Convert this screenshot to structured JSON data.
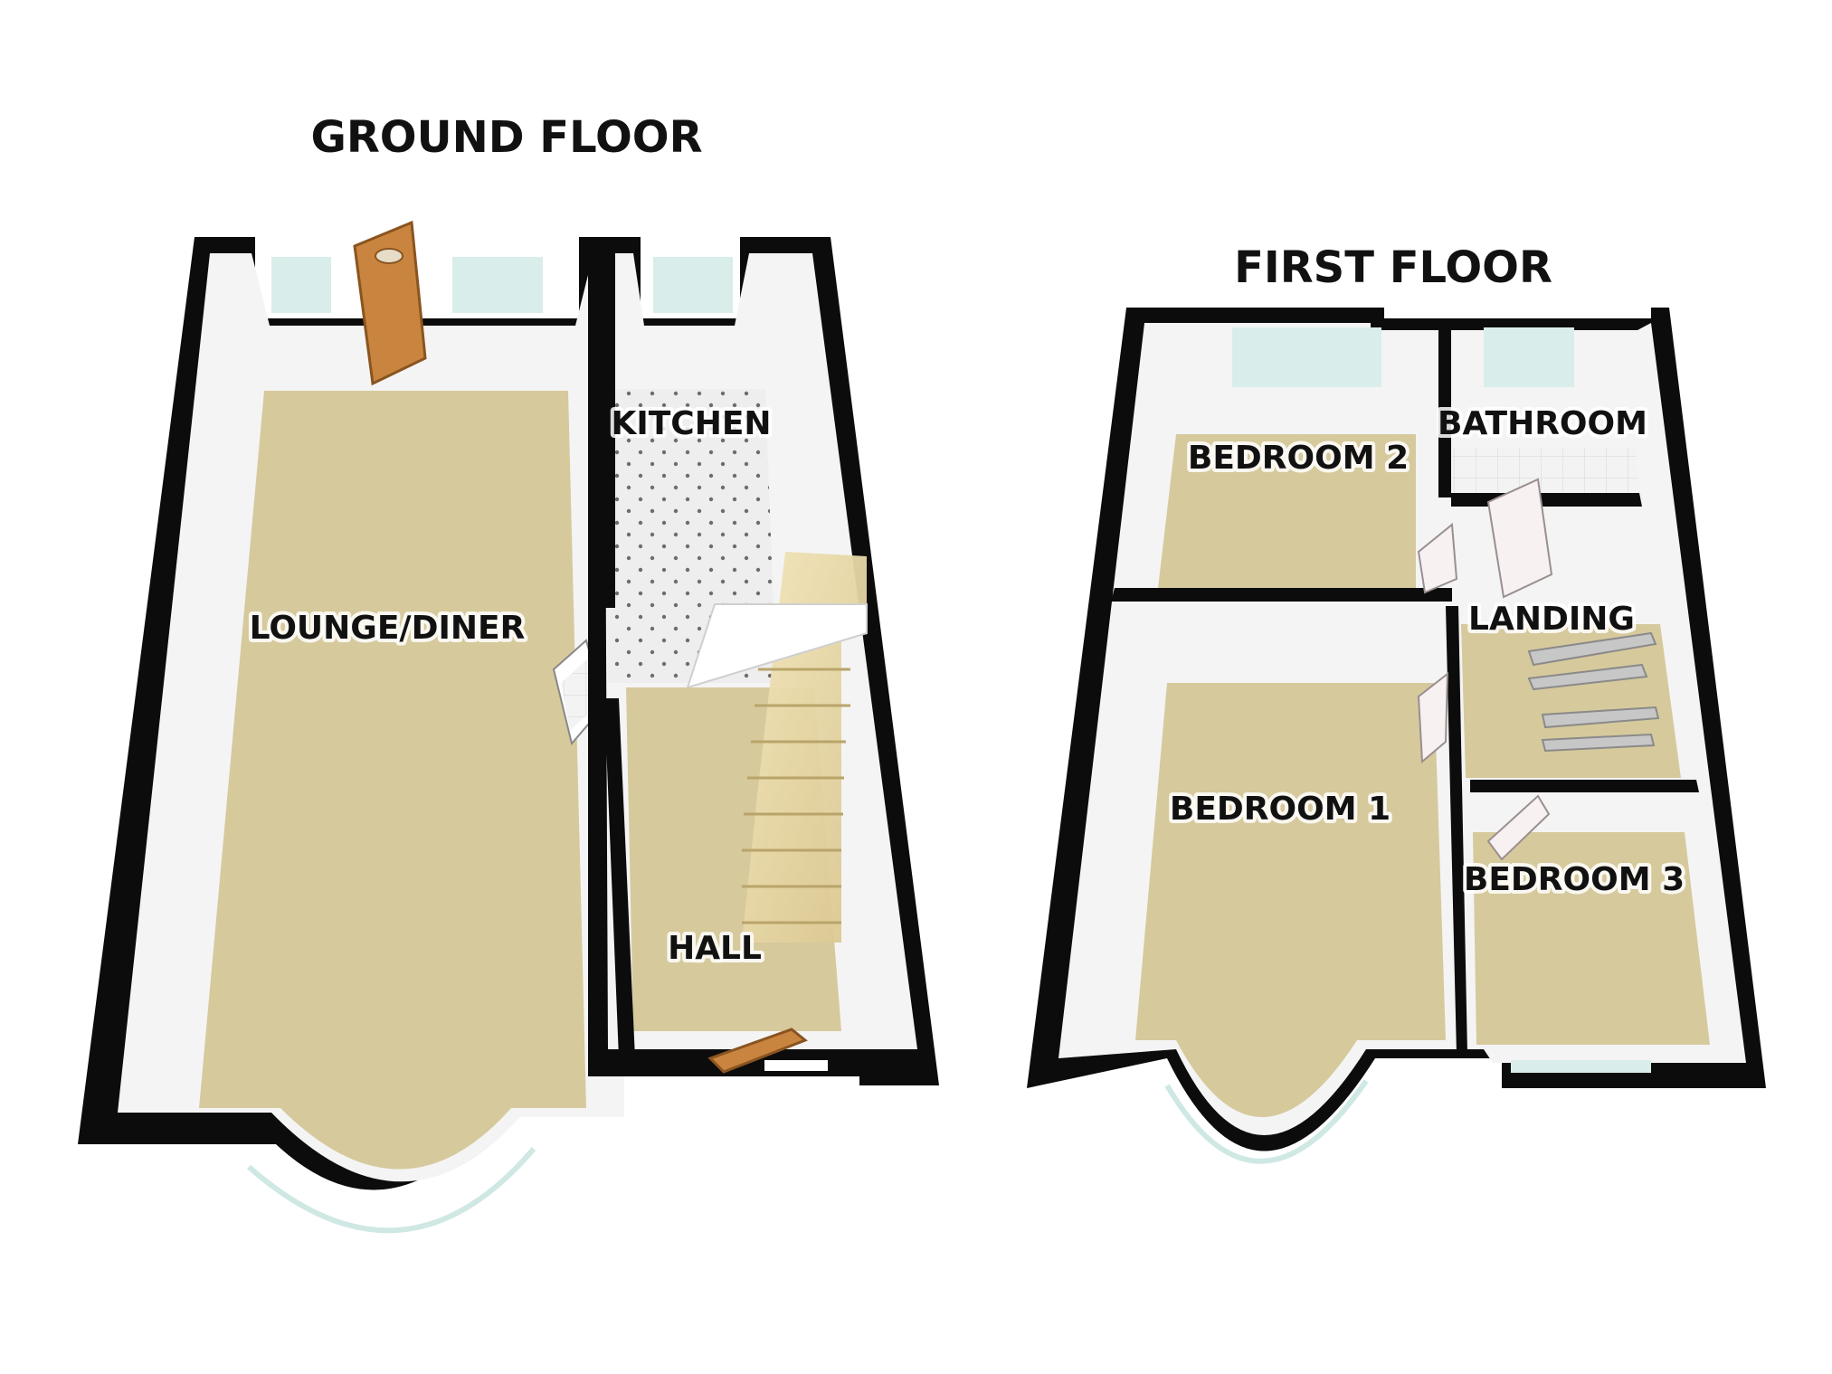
{
  "floors": {
    "ground": {
      "title": "GROUND FLOOR",
      "rooms": {
        "lounge_diner": "LOUNGE/DINER",
        "kitchen": "KITCHEN",
        "hall": "HALL"
      }
    },
    "first": {
      "title": "FIRST FLOOR",
      "rooms": {
        "bedroom_2": "BEDROOM 2",
        "bathroom": "BATHROOM",
        "landing": "LANDING",
        "bedroom_1": "BEDROOM 1",
        "bedroom_3": "BEDROOM 3"
      }
    }
  },
  "colors": {
    "wall": "#0c0c0c",
    "carpet": "#d6c99c",
    "kitchen_tile": "#ebebeb",
    "wall_face": "#f2f2f2",
    "window": "#cfe8e4",
    "door_wood": "#c9853f",
    "stairs": "#efe0b0"
  }
}
